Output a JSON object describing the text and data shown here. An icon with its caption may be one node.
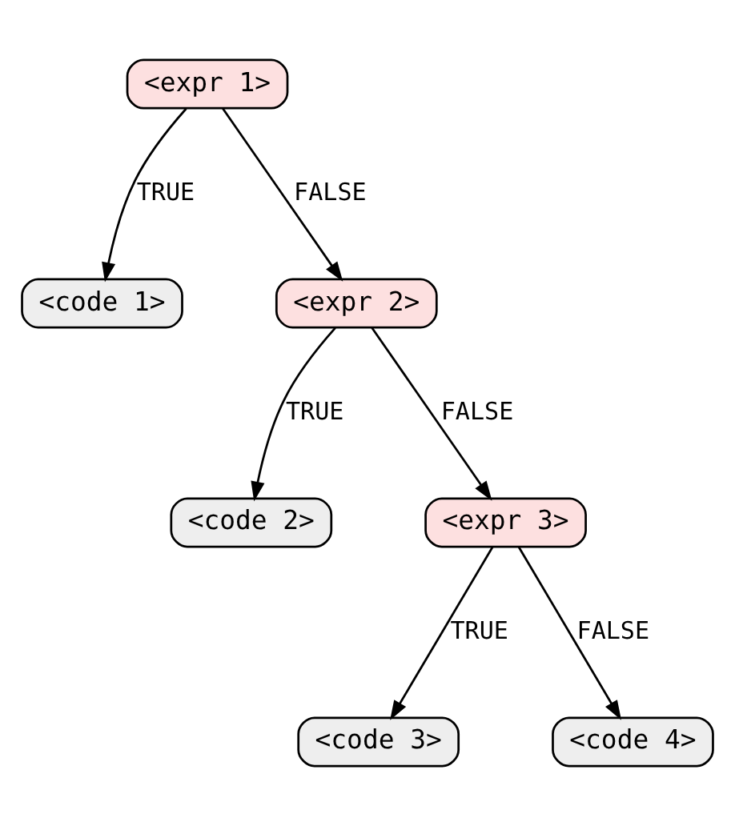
{
  "diagram": {
    "nodes": [
      {
        "text": [
          "<expr 1>"
        ]
      },
      {
        "text": [
          "<code 1>"
        ]
      },
      {
        "text": [
          "<expr 2>"
        ]
      },
      {
        "text": [
          "<code 2>"
        ]
      },
      {
        "text": [
          "<expr 3>"
        ]
      },
      {
        "text": [
          "<code 3>"
        ]
      },
      {
        "text": [
          "<code 4>"
        ]
      }
    ],
    "edges": [
      {
        "from": 0,
        "to": 1,
        "arrow": "to",
        "label": "TRUE"
      },
      {
        "from": 0,
        "to": 2,
        "arrow": "to",
        "label": "FALSE"
      },
      {
        "from": 2,
        "to": 3,
        "arrow": "to",
        "label": "TRUE"
      },
      {
        "from": 2,
        "to": 4,
        "arrow": "to",
        "label": "FALSE"
      },
      {
        "from": 4,
        "to": 5,
        "arrow": "to",
        "label": "TRUE"
      },
      {
        "from": 4,
        "to": 6,
        "arrow": "to",
        "label": "FALSE"
      }
    ]
  }
}
